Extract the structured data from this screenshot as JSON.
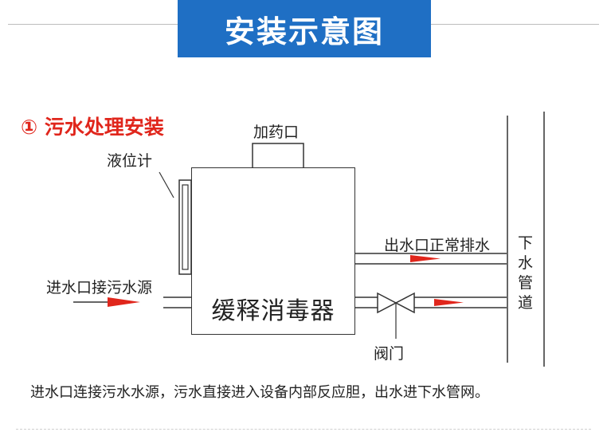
{
  "header": {
    "title": "安装示意图",
    "accent": "#1f6fc4"
  },
  "section": {
    "title": "① 污水处理安装",
    "color": "#e0261c"
  },
  "labels": {
    "dosing_port": "加药口",
    "level_gauge": "液位计",
    "inlet": "进水口接污水源",
    "outlet": "出水口正常排水",
    "valve": "阀门",
    "drain_char1": "下",
    "drain_char2": "水",
    "drain_char3": "管",
    "drain_char4": "道"
  },
  "tank": {
    "label": "缓释消毒器"
  },
  "caption": "进水口连接污水水源，污水直接进入设备内部反应胆，出水进下水管网。",
  "colors": {
    "arrow": "#e0261c",
    "line": "#333333"
  }
}
